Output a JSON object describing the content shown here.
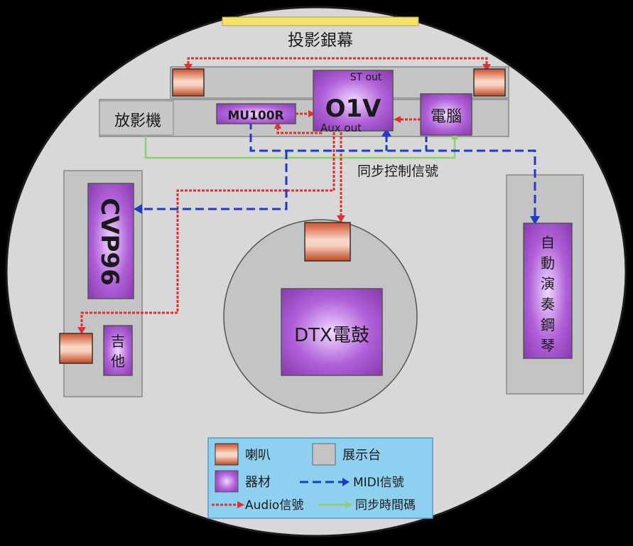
{
  "labels": {
    "screen": "投影銀幕",
    "projector": "放影機",
    "mu100r": "MU100R",
    "o1v": "O1V",
    "st_out": "ST out",
    "aux_out": "Aux out",
    "computer": "電腦",
    "sync_signal": "同步控制信號",
    "cvp96": "CVP96",
    "guitar": [
      "吉",
      "他"
    ],
    "drum": "DTX電鼓",
    "piano": [
      "自",
      "動",
      "演",
      "奏",
      "鋼",
      "琴"
    ]
  },
  "legend": {
    "speaker": "喇叭",
    "stage": "展示台",
    "equipment": "器材",
    "midi": "MIDI信號",
    "audio": "Audio信號",
    "timecode": "同步時間碼"
  },
  "colors": {
    "background": "#d8d8d8",
    "stage_gray": "#c4c4c4",
    "equipment_purple": "#a050c8",
    "speaker_orange": "#e07040",
    "audio_red": "#e03030",
    "midi_blue": "#1e3cc8",
    "timecode_green": "#90d070",
    "legend_bg": "#8ed0f0",
    "screen_yellow": "#f5e26a"
  }
}
